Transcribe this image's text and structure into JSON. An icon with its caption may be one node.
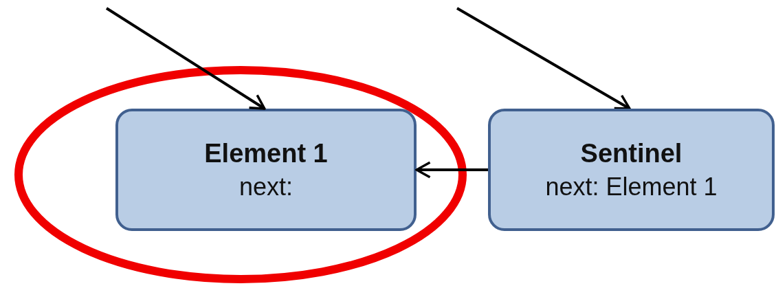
{
  "diagram": {
    "nodes": [
      {
        "text": [],
        "shape": "ellipse"
      },
      {
        "text": [
          "Element 1",
          "next:"
        ],
        "in": 0
      },
      {
        "text": [
          "Sentinel",
          "next: Element 1"
        ]
      }
    ],
    "edges": [
      {
        "from": null,
        "to": 1,
        "arrow": "to"
      },
      {
        "from": null,
        "to": 2,
        "arrow": "to"
      },
      {
        "from": 2,
        "to": 1,
        "arrow": "to"
      }
    ]
  }
}
